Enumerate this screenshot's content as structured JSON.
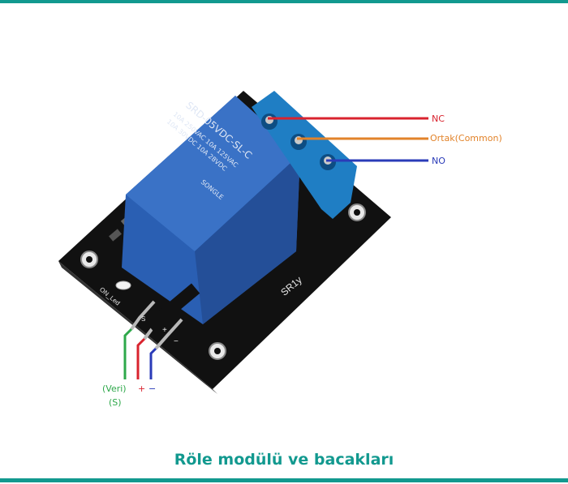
{
  "colors": {
    "frame": "#12998f",
    "caption": "#12998f",
    "nc_wire": "#d9232e",
    "common_wire": "#e2832a",
    "no_wire": "#2a3bb8",
    "signal_wire": "#2ea84a",
    "vcc_wire": "#d9232e",
    "gnd_wire": "#2a3bb8",
    "relay_blue": "#2a5fb3",
    "terminal_blue": "#1f7ec4",
    "pcb_black": "#111111"
  },
  "labels": {
    "nc": "NC",
    "common": "Ortak(Common)",
    "no": "NO",
    "signal": "(Veri)",
    "signal_pin": "(S)",
    "plus": "+",
    "minus": "−"
  },
  "silkscreen": {
    "board_id": "SR1y",
    "led": "ON_Led",
    "pin_s": "S",
    "pin_plus": "+",
    "pin_minus": "−"
  },
  "relay_print": {
    "model": "SRD-05VDC-SL-C",
    "rating_1": "10A 250VAC 10A 125VAC",
    "rating_2": "10A 30VDC 10A 28VDC",
    "brand": "SONGLE"
  },
  "caption": "Röle modülü ve bacakları",
  "icons": [
    "relay-module-image"
  ]
}
